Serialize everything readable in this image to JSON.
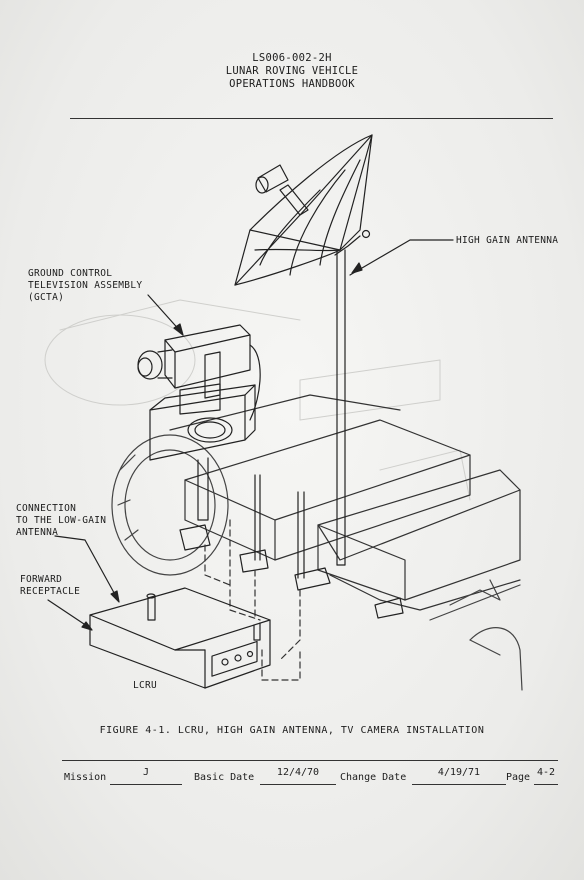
{
  "header": {
    "doc_number": "LS006-002-2H",
    "title": "LUNAR ROVING VEHICLE",
    "subtitle": "OPERATIONS HANDBOOK"
  },
  "labels": {
    "high_gain_antenna": "HIGH GAIN ANTENNA",
    "gcta": [
      "GROUND CONTROL",
      "TELEVISION ASSEMBLY",
      "(GCTA)"
    ],
    "low_gain_connection": [
      "CONNECTION",
      "TO THE LOW-GAIN",
      "ANTENNA"
    ],
    "forward_receptacle": [
      "FORWARD",
      "RECEPTACLE"
    ],
    "lcru": "LCRU"
  },
  "caption": "FIGURE 4-1.  LCRU, HIGH GAIN ANTENNA, TV CAMERA INSTALLATION",
  "footer": {
    "mission_label": "Mission",
    "mission_value": "J",
    "basic_date_label": "Basic Date",
    "basic_date_value": "12/4/70",
    "change_date_label": "Change Date",
    "change_date_value": "4/19/71",
    "page_label": "Page",
    "page_value": "4-2"
  }
}
